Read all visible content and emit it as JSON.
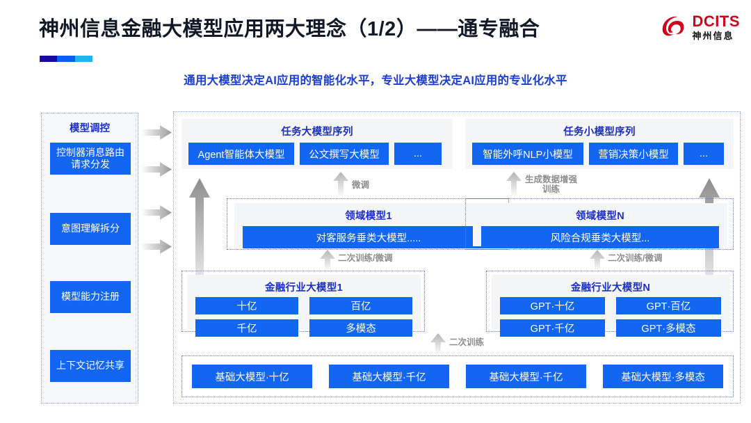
{
  "header": {
    "title": "神州信息金融大模型应用两大理念（1/2）——通专融合",
    "subtitle": "通用大模型决定AI应用的智能化水平，专业大模型决定AI应用的专业化水平",
    "logo": {
      "en": "DCITS",
      "cn": "神州信息",
      "mark_icon": "dcits-swirl-icon",
      "color": "#d0021b"
    }
  },
  "accent_colors": {
    "blue_box": "#1266f1",
    "title_blue": "#1b2ec9",
    "subtitle_blue": "#1d3fd0",
    "panel_border": "#8fa0c8",
    "arrow_gray": "#a6a6a6"
  },
  "sidebar": {
    "title": "模型调控",
    "items": [
      {
        "label": "控制器消息路由请求分发"
      },
      {
        "label": "意图理解拆分"
      },
      {
        "label": "模型能力注册"
      },
      {
        "label": "上下文记忆共享"
      }
    ]
  },
  "diagram": {
    "task_big": {
      "title": "任务大模型序列",
      "items": [
        "Agent智能体大模型",
        "公文撰写大模型",
        "..."
      ]
    },
    "task_small": {
      "title": "任务小模型序列",
      "items": [
        "智能外呼NLP小模型",
        "营销决策小模型",
        "..."
      ]
    },
    "domain_1": {
      "title": "领域模型1",
      "items": [
        "对客服务垂类大模型....."
      ]
    },
    "domain_n": {
      "title": "领域模型N",
      "items": [
        "风险合规垂类大模型..."
      ]
    },
    "industry_1": {
      "title": "金融行业大模型1",
      "items": [
        "十亿",
        "百亿",
        "千亿",
        "多模态"
      ]
    },
    "industry_n": {
      "title": "金融行业大模型N",
      "items": [
        "GPT·十亿",
        "GPT·百亿",
        "GPT·千亿",
        "GPT·多模态"
      ]
    },
    "base": {
      "items": [
        "基础大模型·十亿",
        "基础大模型·千亿",
        "基础大模型·千亿",
        "基础大模型·多模态"
      ]
    },
    "captions": {
      "finetune": "微调",
      "data_aug": "生成数据增强\n训练",
      "retrain_finetune_left": "二次训练/微调",
      "retrain_finetune_right": "二次训练/微调",
      "retrain": "二次训练"
    }
  }
}
